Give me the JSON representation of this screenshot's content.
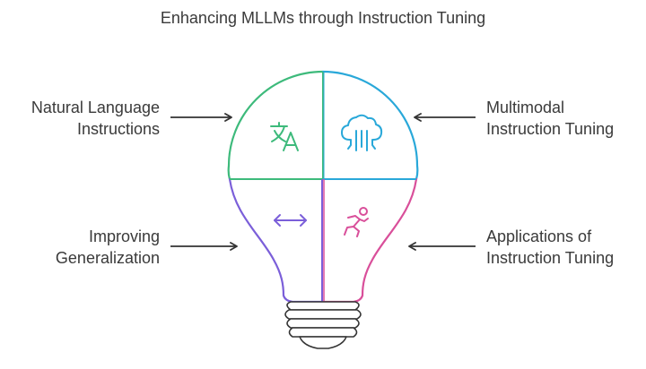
{
  "title": "Enhancing MLLMs through Instruction Tuning",
  "sections": [
    {
      "id": "natural-language-instructions",
      "lines": [
        "Natural Language",
        "Instructions"
      ],
      "position": "top-left",
      "icon": "translate-icon",
      "color": "#3dba7b"
    },
    {
      "id": "multimodal-instruction-tuning",
      "lines": [
        "Multimodal",
        "Instruction Tuning"
      ],
      "position": "top-right",
      "icon": "cloud-circuit-icon",
      "color": "#29a8d9"
    },
    {
      "id": "improving-generalization",
      "lines": [
        "Improving",
        "Generalization"
      ],
      "position": "bottom-left",
      "icon": "horizontal-arrows-icon",
      "color": "#7b5fd9"
    },
    {
      "id": "applications-of-instruction-tuning",
      "lines": [
        "Applications of",
        "Instruction Tuning"
      ],
      "position": "bottom-right",
      "icon": "person-activity-icon",
      "color": "#d94f9a"
    }
  ],
  "colors": {
    "text": "#3a3a3a",
    "arrow": "#333333",
    "bulb_base": "#333333"
  }
}
